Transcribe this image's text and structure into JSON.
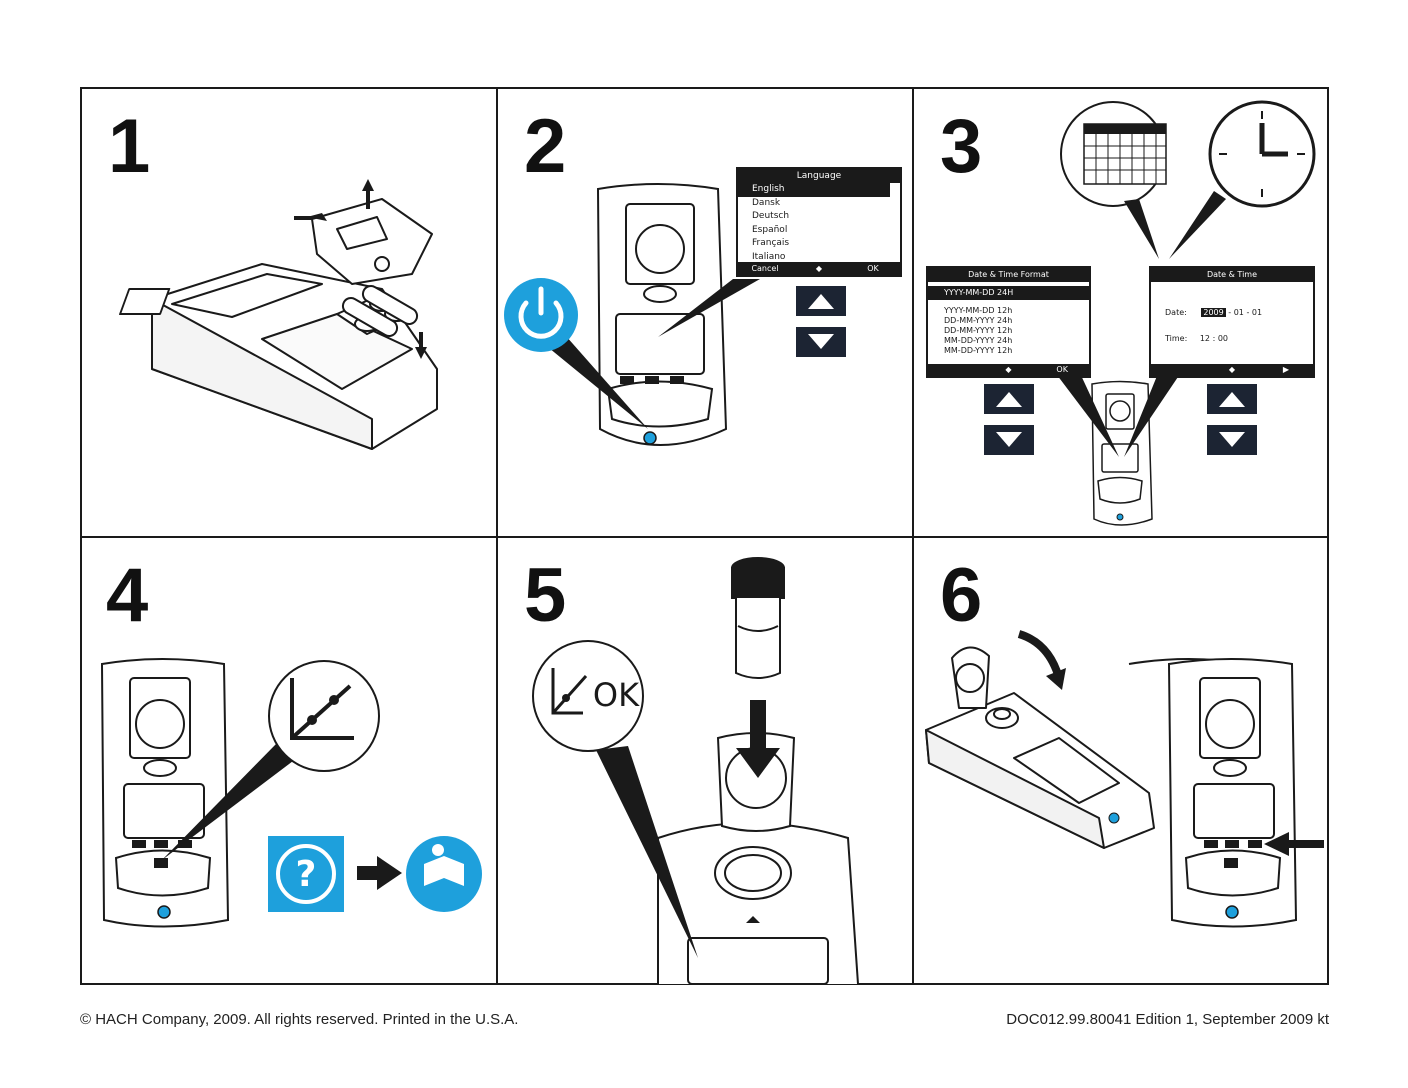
{
  "panels": [
    {
      "number": "1"
    },
    {
      "number": "2"
    },
    {
      "number": "3"
    },
    {
      "number": "4"
    },
    {
      "number": "5"
    },
    {
      "number": "6"
    }
  ],
  "language_screen": {
    "title": "Language",
    "items": [
      "English",
      "Dansk",
      "Deutsch",
      "Español",
      "Français",
      "Italiano"
    ],
    "selected": "English",
    "buttons": [
      "Cancel",
      "◆",
      "OK"
    ]
  },
  "datetime_format_screen": {
    "title": "Date & Time Format",
    "selected": "YYYY-MM-DD 24H",
    "items": [
      "YYYY-MM-DD 12h",
      "DD-MM-YYYY 24h",
      "DD-MM-YYYY 12h",
      "MM-DD-YYYY 24h",
      "MM-DD-YYYY 12h"
    ],
    "buttons": [
      "",
      "◆",
      "OK"
    ]
  },
  "datetime_screen": {
    "title": "Date & Time",
    "date_label": "Date:",
    "date_year": "2009",
    "date_month": "01",
    "date_day": "01",
    "time_label": "Time:",
    "time_hour": "12",
    "time_minute": "00",
    "buttons": [
      "",
      "◆",
      "▶"
    ]
  },
  "ok_callout": "OK",
  "colors": {
    "accent_blue": "#1ea0dc",
    "dark_button": "#1c2433",
    "line": "#1a1a1a"
  },
  "footer": {
    "copyright": "© HACH Company, 2009. All rights reserved. Printed in the U.S.A.",
    "doc_id": "DOC012.99.80041 Edition 1, September 2009 kt"
  }
}
